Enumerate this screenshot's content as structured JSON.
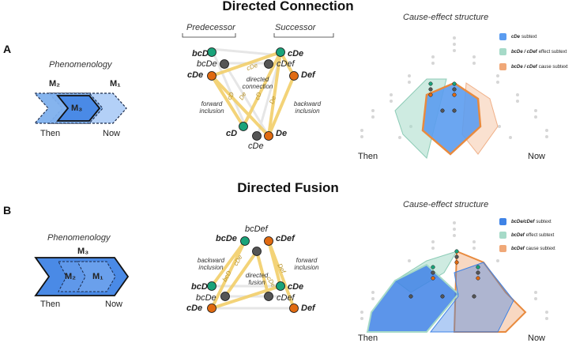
{
  "panel_a": {
    "letter": "A",
    "title": "Directed Connection",
    "phenomenology": {
      "heading": "Phenomenology",
      "m1": "M₁",
      "m2": "M₂",
      "m3": "M₃",
      "then": "Then",
      "now": "Now"
    },
    "graph": {
      "predecessor": "Predecessor",
      "successor": "Successor",
      "left_nodes": [
        "bcD",
        "bcDe",
        "cDe"
      ],
      "right_nodes": [
        "cDe",
        "cDef",
        "Def"
      ],
      "bottom_nodes": [
        "cD",
        "cDe",
        "De"
      ],
      "center_label": "directed connection",
      "edge_labels": [
        "cD",
        "De",
        "cDe",
        "cD",
        "De"
      ],
      "forward": "forward inclusion",
      "backward": "backward inclusion"
    },
    "ces": {
      "heading": "Cause-effect structure",
      "then": "Then",
      "now": "Now",
      "legend": [
        {
          "bold": "cDe",
          "text": "subtext",
          "color": "#5b9cf0"
        },
        {
          "bold": "bcDe / cDef",
          "text": "effect subtext",
          "color": "#a6dac8"
        },
        {
          "bold": "bcDe / cDef",
          "text": "cause subtext",
          "color": "#f0a878"
        }
      ]
    }
  },
  "panel_b": {
    "letter": "B",
    "title": "Directed Fusion",
    "phenomenology": {
      "heading": "Phenomenology",
      "m1": "M₁",
      "m2": "M₂",
      "m3": "M₃",
      "then": "Then",
      "now": "Now"
    },
    "graph": {
      "top_nodes": [
        "bcDef",
        "bcDe",
        "cDef"
      ],
      "left_nodes": [
        "bcD",
        "bcDe",
        "cDe"
      ],
      "right_nodes": [
        "cDe",
        "cDef",
        "Def"
      ],
      "center_label": "directed fusion",
      "edge_labels": [
        "bcD",
        "cDe",
        "Def",
        "cDe"
      ],
      "backward": "backward inclusion",
      "forward": "forward inclusion"
    },
    "ces": {
      "heading": "Cause-effect structure",
      "then": "Then",
      "now": "Now",
      "legend": [
        {
          "bold": "bcDe/cDef",
          "text": "subtext",
          "color": "#3f83e6"
        },
        {
          "bold": "bcDef",
          "text": "effect subtext",
          "color": "#a6dac8"
        },
        {
          "bold": "bcDef",
          "text": "cause subtext",
          "color": "#f0a878"
        }
      ]
    }
  }
}
